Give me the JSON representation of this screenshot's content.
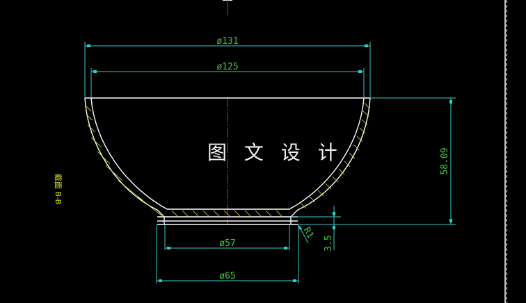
{
  "drawing": {
    "background": "#000000",
    "colors": {
      "outline": "#ffffff",
      "hatch": "#e6e62a",
      "dimension_line": "#33cccc",
      "dimension_text": "#3ec83e",
      "centerline": "#c02020",
      "section_label": "#e6e62a"
    },
    "watermark": "图 文 设 计",
    "section_label": "截面 B-B",
    "dimensions": {
      "outer_top_diameter": "ø131",
      "inner_top_diameter": "ø125",
      "height": "58.09",
      "base_step": "3.5",
      "fillet_radius": "R1",
      "base_inner_diameter": "ø57",
      "base_outer_diameter": "ø65"
    }
  }
}
